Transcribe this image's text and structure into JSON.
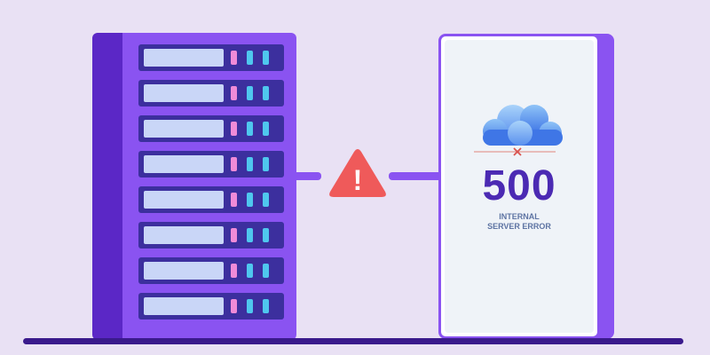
{
  "illustration": {
    "error": {
      "code": "500",
      "line1": "INTERNAL",
      "line2": "SERVER ERROR"
    },
    "warning_symbol": "!",
    "rack_units": 8,
    "colors": {
      "background": "#e9e1f4",
      "rack_purple": "#8a53f1",
      "rack_dark": "#5b27c6",
      "unit_navy": "#3c2f9e",
      "warning_red": "#ef5a5a",
      "error_text": "#4b2ab3",
      "cloud_blue": "#4f8ef0"
    },
    "icons": [
      "server-rack-icon",
      "warning-triangle-icon",
      "cloud-icon",
      "disconnect-x-icon"
    ]
  }
}
